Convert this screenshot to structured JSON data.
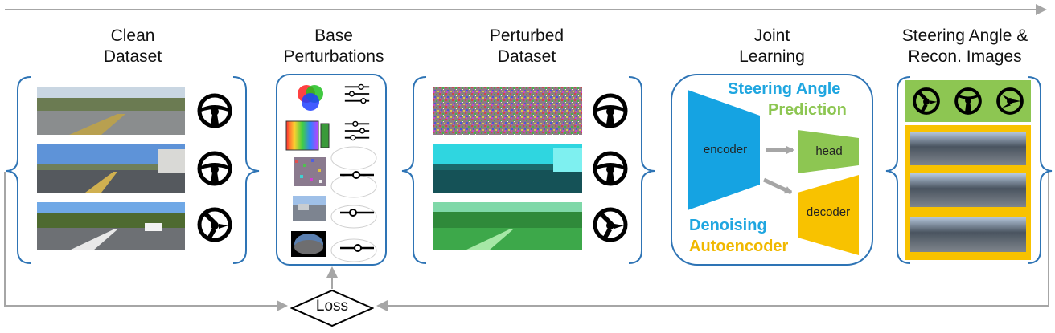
{
  "titles": {
    "clean": [
      "Clean",
      "Dataset"
    ],
    "base": [
      "Base",
      "Perturbations"
    ],
    "perturbed": [
      "Perturbed",
      "Dataset"
    ],
    "joint": [
      "Joint",
      "Learning"
    ],
    "steering": [
      "Steering Angle &",
      "Recon. Images"
    ]
  },
  "network": {
    "encoder": "encoder",
    "head": "head",
    "decoder": "decoder",
    "task_top_1": "Steering Angle",
    "task_top_2": "Prediction",
    "task_bottom_1": "Denoising",
    "task_bottom_2": "Autoencoder"
  },
  "loss_label": "Loss",
  "colors": {
    "frame_blue": "#2e74b5",
    "encoder_blue": "#15a3e2",
    "head_green": "#8dc652",
    "decoder_yellow": "#f8c200",
    "arrow_gray": "#a6a6a6",
    "steer_label_blue": "#1fa6e0",
    "pred_label_green": "#8dc652",
    "denoise_label_blue": "#1fa6e0",
    "auto_label_yellow": "#f0b800"
  },
  "icons": [
    "steering-wheel-icon",
    "color-wheel-icon",
    "color-gradient-icon",
    "noise-icon",
    "slider-icon",
    "loss-diamond-icon"
  ]
}
